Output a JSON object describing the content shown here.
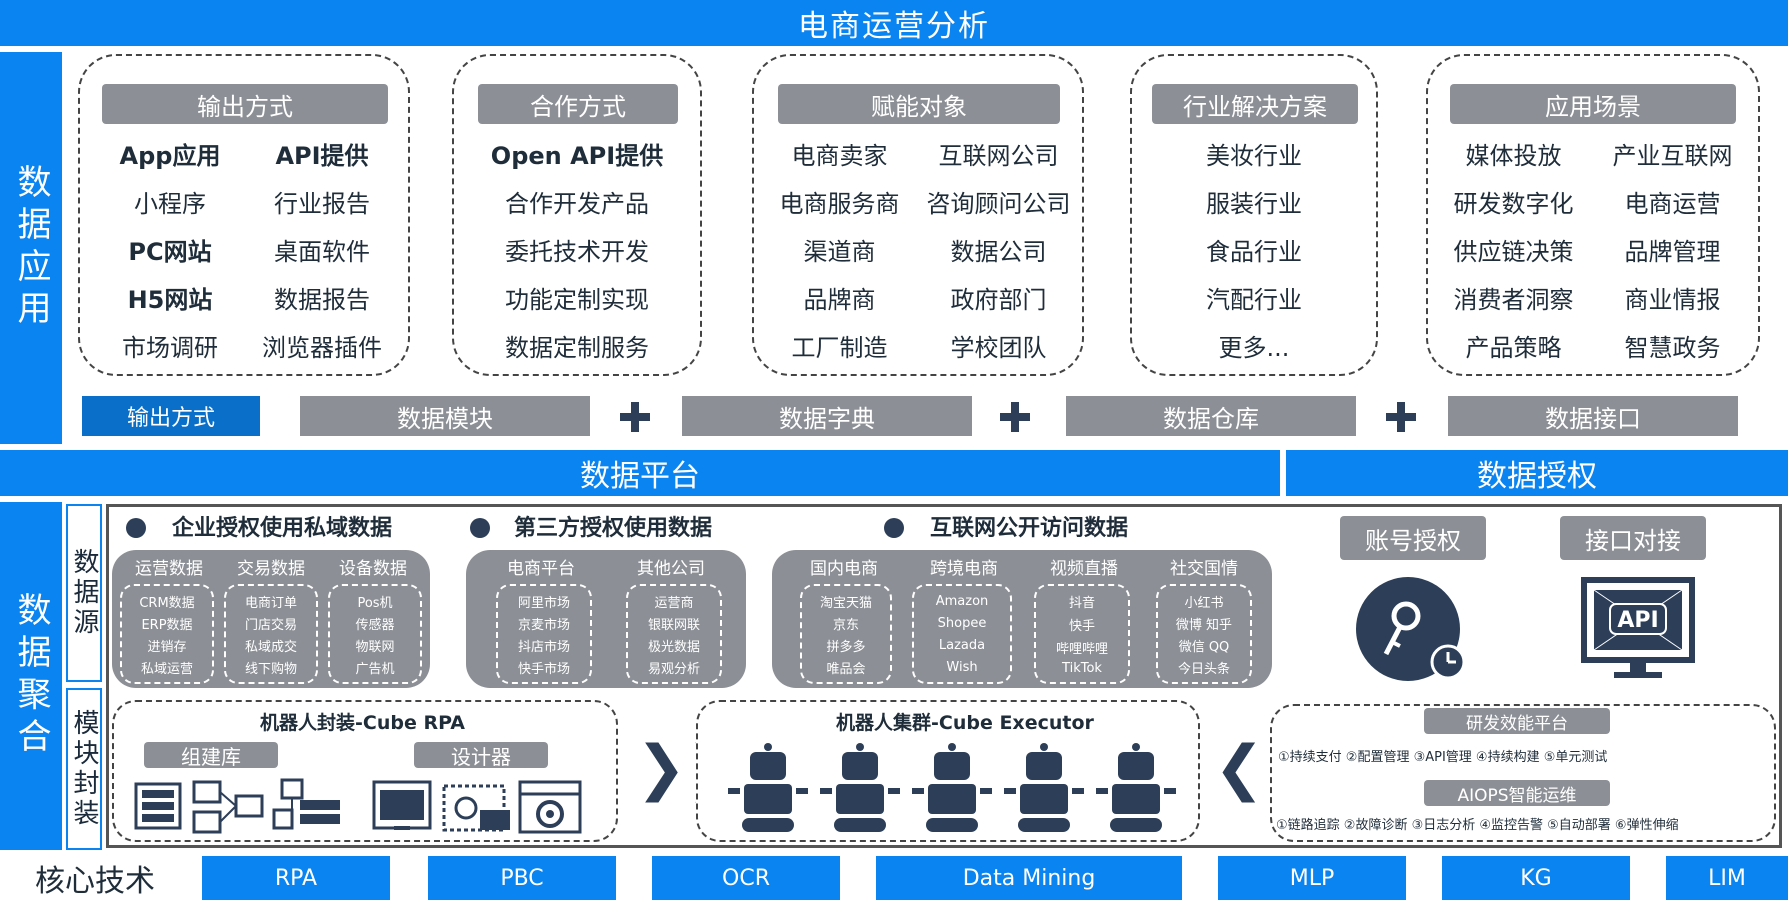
{
  "title": "电商运营分析",
  "left_labels": {
    "data_app": "数据应用",
    "data_agg": "数据聚合",
    "data_source": "数据源",
    "module_pack": "模块封装"
  },
  "app_boxes": [
    {
      "header": "输出方式",
      "items": [
        "App应用",
        "API提供",
        "小程序",
        "行业报告",
        "PC网站",
        "桌面软件",
        "H5网站",
        "数据报告",
        "市场调研",
        "浏览器插件"
      ]
    },
    {
      "header": "合作方式",
      "items": [
        "Open API提供",
        "合作开发产品",
        "委托技术开发",
        "功能定制实现",
        "数据定制服务"
      ]
    },
    {
      "header": "赋能对象",
      "items": [
        "电商卖家",
        "互联网公司",
        "电商服务商",
        "咨询顾问公司",
        "渠道商",
        "数据公司",
        "品牌商",
        "政府部门",
        "工厂制造",
        "学校团队"
      ]
    },
    {
      "header": "行业解决方案",
      "items": [
        "美妆行业",
        "服装行业",
        "食品行业",
        "汽配行业",
        "更多..."
      ]
    },
    {
      "header": "应用场景",
      "items": [
        "媒体投放",
        "产业互联网",
        "研发数字化",
        "电商运营",
        "供应链决策",
        "品牌管理",
        "消费者洞察",
        "商业情报",
        "产品策略",
        "智慧政务"
      ]
    }
  ],
  "output_row": {
    "label": "输出方式",
    "modules": [
      "数据模块",
      "数据字典",
      "数据仓库",
      "数据接口"
    ]
  },
  "platform": {
    "left": "数据平台",
    "right": "数据授权"
  },
  "sources": {
    "titles": [
      "企业授权使用私域数据",
      "第三方授权使用数据",
      "互联网公开访问数据"
    ],
    "group1": [
      {
        "h": "运营数据",
        "items": [
          "CRM数据",
          "ERP数据",
          "进销存",
          "私域运营"
        ]
      },
      {
        "h": "交易数据",
        "items": [
          "电商订单",
          "门店交易",
          "私域成交",
          "线下购物"
        ]
      },
      {
        "h": "设备数据",
        "items": [
          "Pos机",
          "传感器",
          "物联网",
          "广告机"
        ]
      }
    ],
    "group2": [
      {
        "h": "电商平台",
        "items": [
          "阿里市场",
          "京麦市场",
          "抖店市场",
          "快手市场"
        ]
      },
      {
        "h": "其他公司",
        "items": [
          "运营商",
          "银联网联",
          "极光数据",
          "易观分析"
        ]
      }
    ],
    "group3": [
      {
        "h": "国内电商",
        "items": [
          "淘宝天猫",
          "京东",
          "拼多多",
          "唯品会"
        ]
      },
      {
        "h": "跨境电商",
        "items": [
          "Amazon",
          "Shopee",
          "Lazada",
          "Wish"
        ]
      },
      {
        "h": "视频直播",
        "items": [
          "抖音",
          "快手",
          "哔哩哔哩",
          "TikTok"
        ]
      },
      {
        "h": "社交国情",
        "items": [
          "小红书",
          "微博 知乎",
          "微信 QQ",
          "今日头条"
        ]
      }
    ]
  },
  "auth": {
    "account": "账号授权",
    "interface": "接口对接",
    "api_text": "API"
  },
  "modules": {
    "rpa_title": "机器人封装-Cube RPA",
    "rpa_sub": [
      "组建库",
      "设计器"
    ],
    "cluster_title": "机器人集群-Cube Executor",
    "rd_title": "研发效能平台",
    "rd_items": "①持续支付  ②配置管理  ③API管理  ④持续构建  ⑤单元测试",
    "aiops_title": "AIOPS智能运维",
    "aiops_items": "①链路追踪  ②故障诊断  ③日志分析  ④监控告警  ⑤自动部署  ⑥弹性伸缩"
  },
  "core_tech": {
    "label": "核心技术",
    "items": [
      "RPA",
      "PBC",
      "OCR",
      "Data Mining",
      "MLP",
      "KG",
      "LIM"
    ]
  },
  "colors": {
    "accent": "#0a84f0",
    "gray": "#8c9096",
    "dark": "#2c3e58"
  }
}
